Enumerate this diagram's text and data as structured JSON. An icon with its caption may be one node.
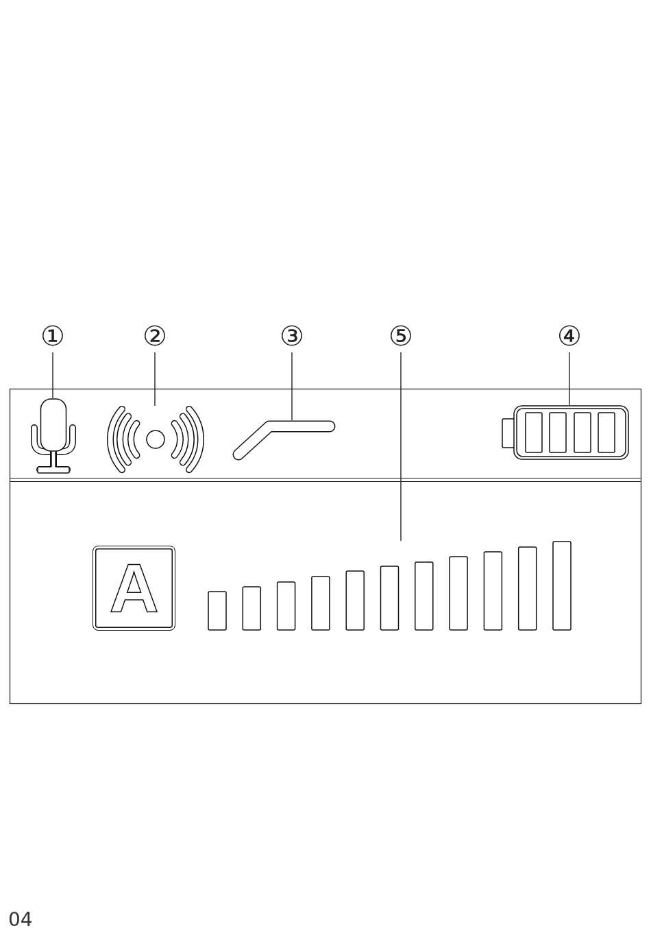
{
  "diagram": {
    "nodes": [
      {
        "text": [
          "①"
        ]
      },
      {
        "text": [
          "②"
        ]
      },
      {
        "text": [
          "③"
        ]
      },
      {
        "text": [
          "⑤"
        ]
      },
      {
        "text": [
          "④"
        ]
      },
      {
        "text": [],
        "shape": "picture"
      },
      {
        "text": [],
        "shape": "picture"
      },
      {
        "text": [],
        "shape": "picture"
      },
      {
        "text": [],
        "shape": "picture"
      },
      {
        "text": [
          "A"
        ]
      },
      {
        "text": [],
        "shape": "picture"
      }
    ],
    "edges": [
      {
        "from": 0,
        "to": 5,
        "arrow": "none"
      },
      {
        "from": 1,
        "to": 6,
        "arrow": "none"
      },
      {
        "from": 2,
        "to": 7,
        "arrow": "none"
      },
      {
        "from": 3,
        "to": 10,
        "arrow": "none"
      },
      {
        "from": 4,
        "to": 8,
        "arrow": "none"
      }
    ],
    "labels": [
      "04"
    ]
  }
}
